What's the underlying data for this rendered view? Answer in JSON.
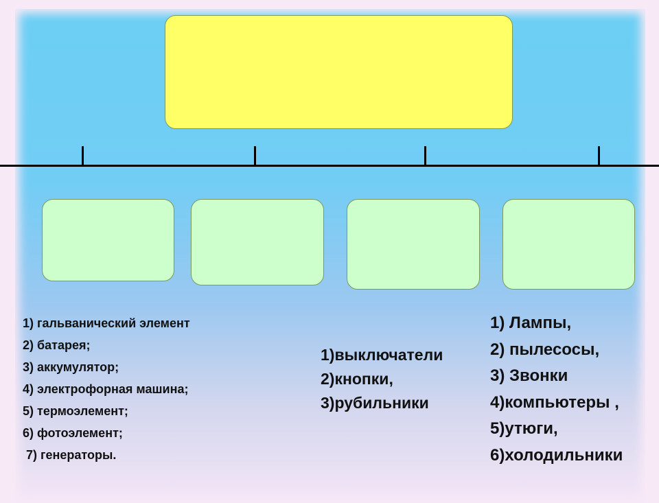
{
  "colors": {
    "top_box": "#ffff66",
    "sub_box": "#ccffcc",
    "background_top": "#6ccff4",
    "background_bottom": "#f4e6f6"
  },
  "lists": {
    "sources": [
      "1) гальванический элемент",
      "2) батарея;",
      "3) аккумулятор;",
      "4) электрофорная машина;",
      "5) термоэлемент;",
      "6) фотоэлемент;",
      " 7) генераторы."
    ],
    "switches": [
      "1)выключатели",
      "2)кнопки,",
      "3)рубильники"
    ],
    "consumers": [
      "1) Лампы,",
      "2) пылесосы,",
      "3) Звонки",
      "4)компьютеры ,",
      "5)утюги,",
      "6)холодильники"
    ]
  }
}
